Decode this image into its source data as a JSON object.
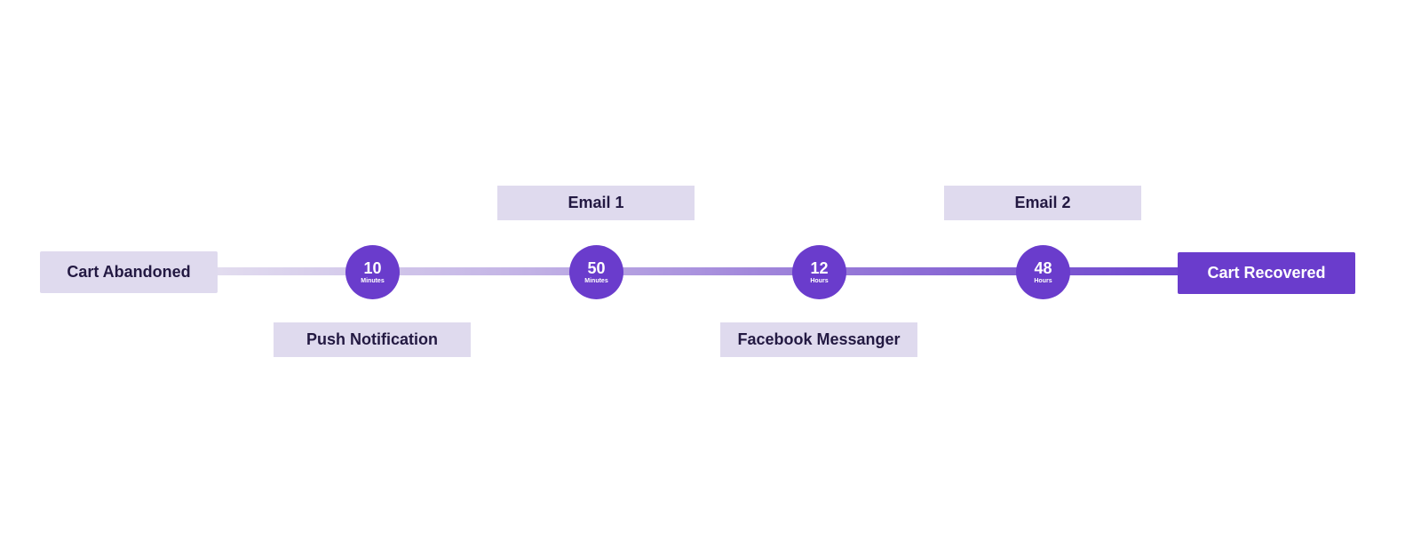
{
  "start": {
    "label": "Cart Abandoned"
  },
  "end": {
    "label": "Cart Recovered"
  },
  "steps": [
    {
      "value": "10",
      "unit": "Minutes",
      "channel": "Push Notification",
      "position": "below"
    },
    {
      "value": "50",
      "unit": "Minutes",
      "channel": "Email 1",
      "position": "above"
    },
    {
      "value": "12",
      "unit": "Hours",
      "channel": "Facebook Messanger",
      "position": "below"
    },
    {
      "value": "48",
      "unit": "Hours",
      "channel": "Email 2",
      "position": "above"
    }
  ],
  "colors": {
    "accent": "#6a3ccc",
    "box_fill": "#dfdaee",
    "text_dark": "#231942"
  }
}
